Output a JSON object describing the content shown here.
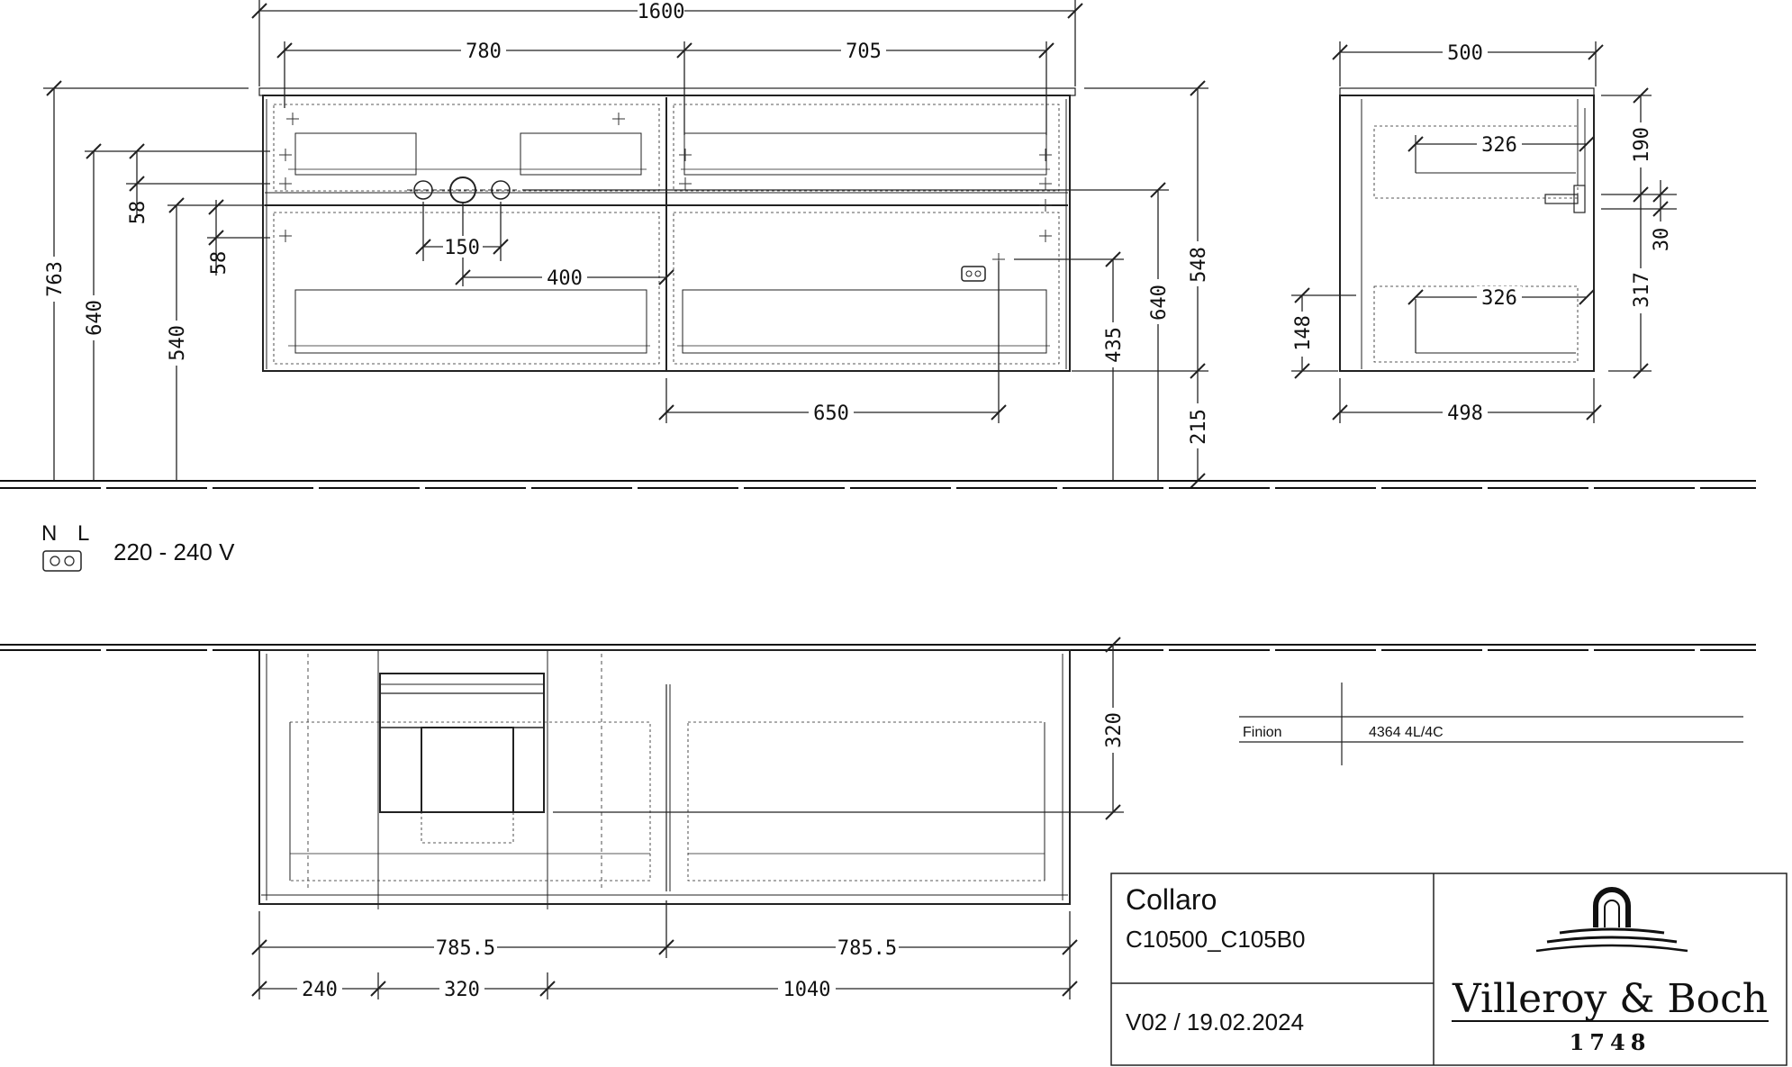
{
  "front_view": {
    "width_total": "1600",
    "width_left": "780",
    "width_right": "705",
    "height_total": "763",
    "height_640": "640",
    "height_540": "540",
    "gap_58_upper": "58",
    "gap_58_lower": "58",
    "spacing_150": "150",
    "offset_400": "400",
    "offset_650": "650",
    "height_435": "435",
    "height_640_right": "640",
    "height_548": "548",
    "height_215": "215"
  },
  "side_view": {
    "depth_top": "500",
    "depth_bottom": "498",
    "drawer_upper": "326",
    "drawer_lower": "326",
    "h_190": "190",
    "h_30": "30",
    "h_317": "317",
    "h_148": "148"
  },
  "power": {
    "neutral": "N",
    "live": "L",
    "voltage": "220 - 240 V"
  },
  "top_view": {
    "depth_320": "320",
    "half_left": "785.5",
    "half_right": "785.5",
    "seg_240": "240",
    "seg_320": "320",
    "seg_1040": "1040"
  },
  "spec_table": {
    "label": "Finion",
    "value": "4364 4L/4C"
  },
  "title_block": {
    "product": "Collaro",
    "code": "C10500_C105B0",
    "version": "V02 / 19.02.2024",
    "brand": "Villeroy & Boch",
    "year": "1748"
  }
}
